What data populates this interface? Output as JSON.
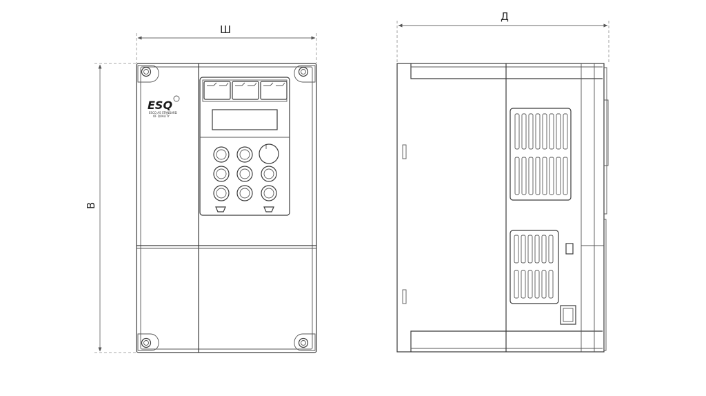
{
  "dimensions": {
    "width_label": "Ш",
    "height_label": "В",
    "depth_label": "Д"
  },
  "brand": {
    "logo_text": "ESQ",
    "tagline_line1": "ESCO AS STANDARD",
    "tagline_line2": "OF QUALITY"
  }
}
